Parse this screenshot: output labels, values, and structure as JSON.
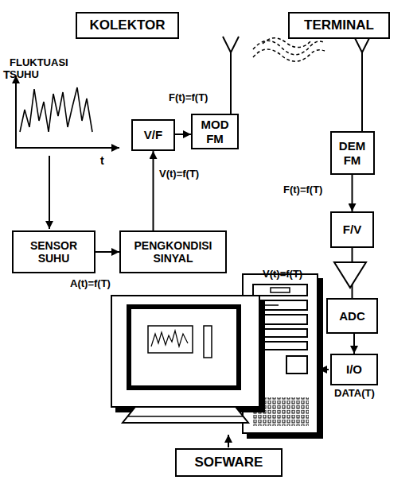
{
  "diagram": {
    "nodes": [
      {
        "text": [
          "KOLEKTOR"
        ]
      },
      {
        "text": [
          "TERMINAL"
        ]
      },
      {
        "text": [
          "SENSOR SUHU"
        ]
      },
      {
        "text": [
          "PENGKONDISI SINYAL"
        ]
      },
      {
        "text": [
          "V/F"
        ]
      },
      {
        "text": [
          "MOD FM"
        ]
      },
      {
        "text": [
          "DEM FM"
        ]
      },
      {
        "text": [
          "F/V"
        ]
      },
      {
        "text": [
          "ADC"
        ]
      },
      {
        "text": [
          "I/O"
        ]
      },
      {
        "text": [
          "SOFWARE"
        ]
      }
    ],
    "edges": [
      {
        "from": 2,
        "to": 3,
        "arrow": "to"
      },
      {
        "from": 3,
        "to": 4,
        "arrow": "to"
      },
      {
        "from": 4,
        "to": 5,
        "arrow": "to"
      },
      {
        "from": 6,
        "to": 7,
        "arrow": "to"
      },
      {
        "from": 7,
        "to": 8,
        "arrow": "none"
      },
      {
        "from": 8,
        "to": 9,
        "arrow": "to"
      }
    ],
    "labels": [
      "FLUKTUASI SUHU",
      "T",
      "t",
      "A(t)=f(T)",
      "V(t)=f(T)",
      "F(t)=f(T)",
      "F(t)=f(T)",
      "V(t)=f(T)",
      "DATA(T)"
    ]
  }
}
